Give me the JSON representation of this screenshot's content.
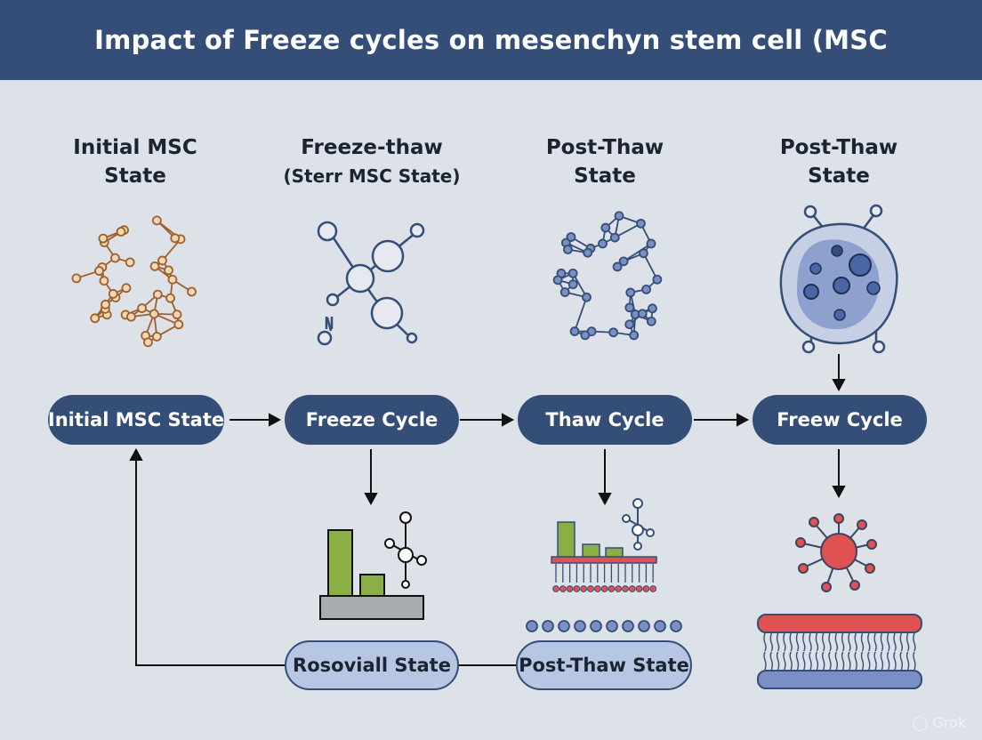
{
  "header": {
    "title": "Impact of Freeze cycles on mesenchyn stem cell (MSC"
  },
  "columns": [
    {
      "title_line1": "Initial MSC",
      "title_line2": "State",
      "subtitle": ""
    },
    {
      "title_line1": "Freeze-thaw",
      "title_line2": "",
      "subtitle": "(Sterr MSC State)"
    },
    {
      "title_line1": "Post-Thaw",
      "title_line2": "State",
      "subtitle": ""
    },
    {
      "title_line1": "Post-Thaw",
      "title_line2": "State",
      "subtitle": ""
    }
  ],
  "flow": [
    {
      "label": "Initial MSC State"
    },
    {
      "label": "Freeze Cycle"
    },
    {
      "label": "Thaw Cycle"
    },
    {
      "label": "Freew Cycle"
    }
  ],
  "bottom_states": [
    {
      "label": "Rosoviall State"
    },
    {
      "label": "Post-Thaw State"
    }
  ],
  "watermark": {
    "text": "Grok"
  },
  "colors": {
    "header_bg": "#344e78",
    "pill_bg": "#344e78",
    "pill_light_bg": "#b7c6e2",
    "network_brown": "#a0602a",
    "network_blue": "#344e78",
    "bar_green": "#8ab045",
    "damage_red": "#e05252",
    "membrane_blue": "#7a8fc4"
  }
}
